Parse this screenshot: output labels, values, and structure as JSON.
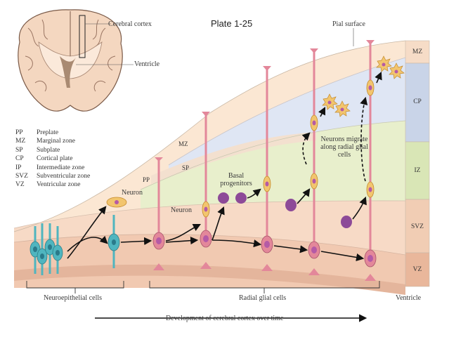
{
  "header": {
    "plate": "Plate 1-25",
    "cortex": "Cerebral cortex",
    "ventricle": "Ventricle",
    "pial": "Pial surface"
  },
  "legend": [
    {
      "abbr": "PP",
      "desc": "Preplate"
    },
    {
      "abbr": "MZ",
      "desc": "Marginal zone"
    },
    {
      "abbr": "SP",
      "desc": "Subplate"
    },
    {
      "abbr": "CP",
      "desc": "Cortical plate"
    },
    {
      "abbr": "IP",
      "desc": "Intermediate zone"
    },
    {
      "abbr": "SVZ",
      "desc": "Subventricular zone"
    },
    {
      "abbr": "VZ",
      "desc": "Ventricular zone"
    }
  ],
  "zones_right": {
    "mz": "MZ",
    "cp": "CP",
    "iz": "IZ",
    "svz": "SVZ",
    "vz": "VZ"
  },
  "stage_labels": {
    "mz": "MZ",
    "sp": "SP",
    "pp": "PP"
  },
  "labels": {
    "neuron1": "Neuron",
    "neuron2": "Neuron",
    "basal": "Basal progenitors",
    "migrate": "Neurons migrate along radial glial cells",
    "neuroepithelial": "Neuroepithelial cells",
    "radial": "Radial glial cells",
    "ventricle_bottom": "Ventricle",
    "timeline": "Development of cerebral cortex over time"
  },
  "colors": {
    "vz": "#f3cdb5",
    "svz": "#f8dcc6",
    "iz": "#e7efc9",
    "cp": "#dde5f4",
    "mz": "#fbe6d0",
    "radial_glia": "#e3879a",
    "nucleus": "#b45aa6",
    "neuroepithelial": "#4fb5bf",
    "neuron_body": "#f2c56e",
    "outline_dark": "#222222"
  }
}
